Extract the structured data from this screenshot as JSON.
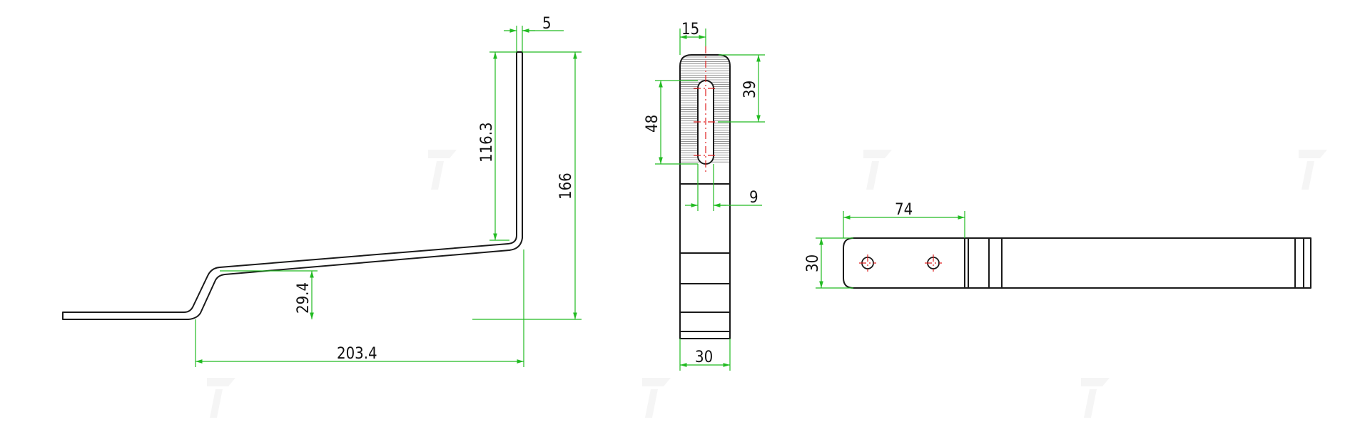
{
  "dimensions": {
    "side_view": {
      "thickness": "5",
      "vertical_leg": "116.3",
      "total_height": "166",
      "step_height": "29.4",
      "horizontal_span": "203.4"
    },
    "front_view": {
      "top_width": "15",
      "slot_offset": "39",
      "slot_length": "48",
      "slot_width": "9",
      "body_width": "30"
    },
    "top_view": {
      "hole_span": "74",
      "width": "30"
    }
  },
  "colors": {
    "outline": "#1a1a1a",
    "dimension": "#22bb22",
    "centerline": "#e02020"
  }
}
